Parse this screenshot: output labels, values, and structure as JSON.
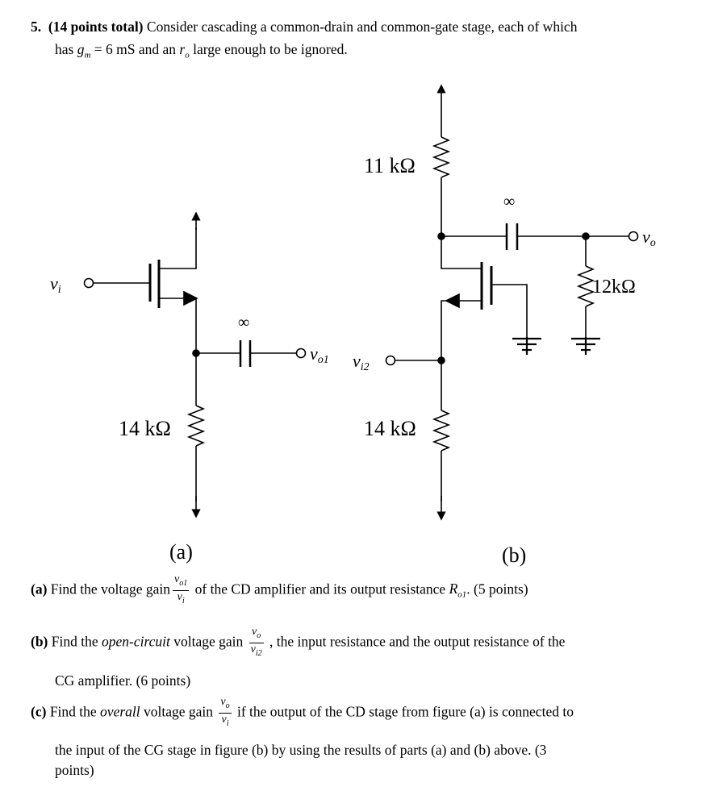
{
  "problem": {
    "number": "5.",
    "points_label": "(14 points total)",
    "intro": "Consider cascading a common-drain and common-gate stage, each of which",
    "line2_has": "has",
    "gm_symbol": "g",
    "gm_sub": "m",
    "gm_value": "= 6 mS",
    "and_an": "and an",
    "ro_symbol": "r",
    "ro_sub": "o",
    "line2_rest": "large enough to be ignored."
  },
  "figure_a": {
    "caption": "(a)",
    "input_label": "v",
    "input_sub": "i",
    "output_label": "v",
    "output_sub": "o1",
    "resistor_label": "14 kΩ",
    "cap_label": "∞"
  },
  "figure_b": {
    "caption": "(b)",
    "input_label": "v",
    "input_sub": "i2",
    "output_label": "v",
    "output_sub": "o",
    "drain_resistor_label": "11 kΩ",
    "source_resistor_label": "14 kΩ",
    "load_resistor_label": "12kΩ",
    "cap_label": "∞"
  },
  "parts": {
    "a": {
      "label": "(a)",
      "text1": "Find the voltage gain",
      "num": "v",
      "num_sub": "o1",
      "den": "v",
      "den_sub": "i",
      "text2": "of the CD amplifier and its output resistance",
      "r_symbol": "R",
      "r_sub": "o1",
      "text3": ". (5 points)"
    },
    "b": {
      "label": "(b)",
      "text1": "Find the",
      "emph": "open-circuit",
      "text2": "voltage gain",
      "num": "v",
      "num_sub": "o",
      "den": "v",
      "den_sub": "i2",
      "text3": ", the input resistance and the output resistance of the",
      "line2": "CG amplifier. (6 points)"
    },
    "c": {
      "label": "(c)",
      "text1": "Find the",
      "emph": "overall",
      "text2": "voltage gain",
      "num": "v",
      "num_sub": "o",
      "den": "v",
      "den_sub": "i",
      "text3": "if the output of the CD stage from figure (a) is connected to",
      "line2": "the input of the CG stage in figure (b) by using the results of parts (a) and (b) above. (3",
      "line3": "points)"
    }
  }
}
